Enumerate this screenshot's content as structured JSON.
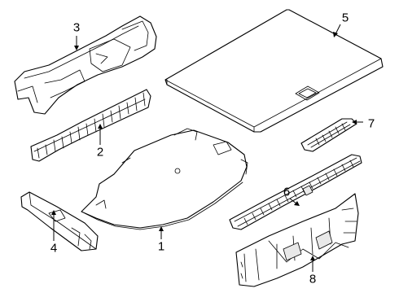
{
  "callouts": [
    {
      "id": "1",
      "text": "1"
    },
    {
      "id": "2",
      "text": "2"
    },
    {
      "id": "3",
      "text": "3"
    },
    {
      "id": "4",
      "text": "4"
    },
    {
      "id": "5",
      "text": "5"
    },
    {
      "id": "6",
      "text": "6"
    },
    {
      "id": "7",
      "text": "7"
    },
    {
      "id": "8",
      "text": "8"
    }
  ],
  "colors": {
    "line": "#000000",
    "background": "#ffffff",
    "shade": "#e9e9e9"
  }
}
